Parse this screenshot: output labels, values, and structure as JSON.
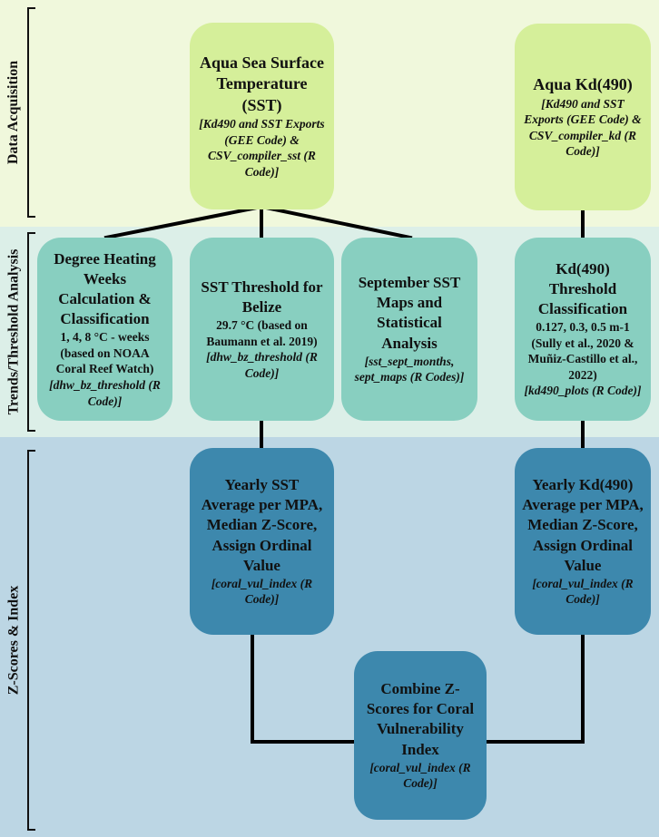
{
  "bands": {
    "acquisition": "Data Acquisition",
    "trends": "Trends/Threshold Analysis",
    "zscores": "Z-Scores & Index"
  },
  "boxes": {
    "sst": {
      "title": "Aqua Sea Surface Temperature (SST)",
      "code": "[Kd490 and SST Exports (GEE Code) & CSV_compiler_sst (R Code)]"
    },
    "kd": {
      "title": "Aqua Kd(490)",
      "code": "[Kd490 and SST Exports (GEE Code) & CSV_compiler_kd (R Code)]"
    },
    "dhw": {
      "title": "Degree Heating Weeks Calculation & Classification",
      "detail": "1, 4, 8 °C - weeks (based on NOAA Coral Reef Watch)",
      "code": "[dhw_bz_threshold (R Code)]"
    },
    "sst_threshold": {
      "title": "SST Threshold for  Belize",
      "detail": "29.7 °C (based on Baumann et al. 2019)",
      "code": "[dhw_bz_threshold (R Code)]"
    },
    "sept": {
      "title": "September SST Maps and Statistical Analysis",
      "code": "[sst_sept_months, sept_maps (R Codes)]"
    },
    "kd_threshold": {
      "title": "Kd(490) Threshold Classification",
      "detail": "0.127, 0.3, 0.5 m-1 (Sully et al., 2020 & Muñiz-Castillo et al., 2022)",
      "code": "[kd490_plots (R Code)]"
    },
    "yearly_sst": {
      "title": "Yearly SST Average per MPA, Median Z-Score, Assign Ordinal Value",
      "code": "[coral_vul_index (R Code)]"
    },
    "yearly_kd": {
      "title": "Yearly Kd(490) Average per MPA, Median Z-Score, Assign Ordinal Value",
      "code": "[coral_vul_index (R Code)]"
    },
    "combine": {
      "title": "Combine Z-Scores for Coral Vulnerability Index",
      "code": "[coral_vul_index (R Code)]"
    }
  }
}
